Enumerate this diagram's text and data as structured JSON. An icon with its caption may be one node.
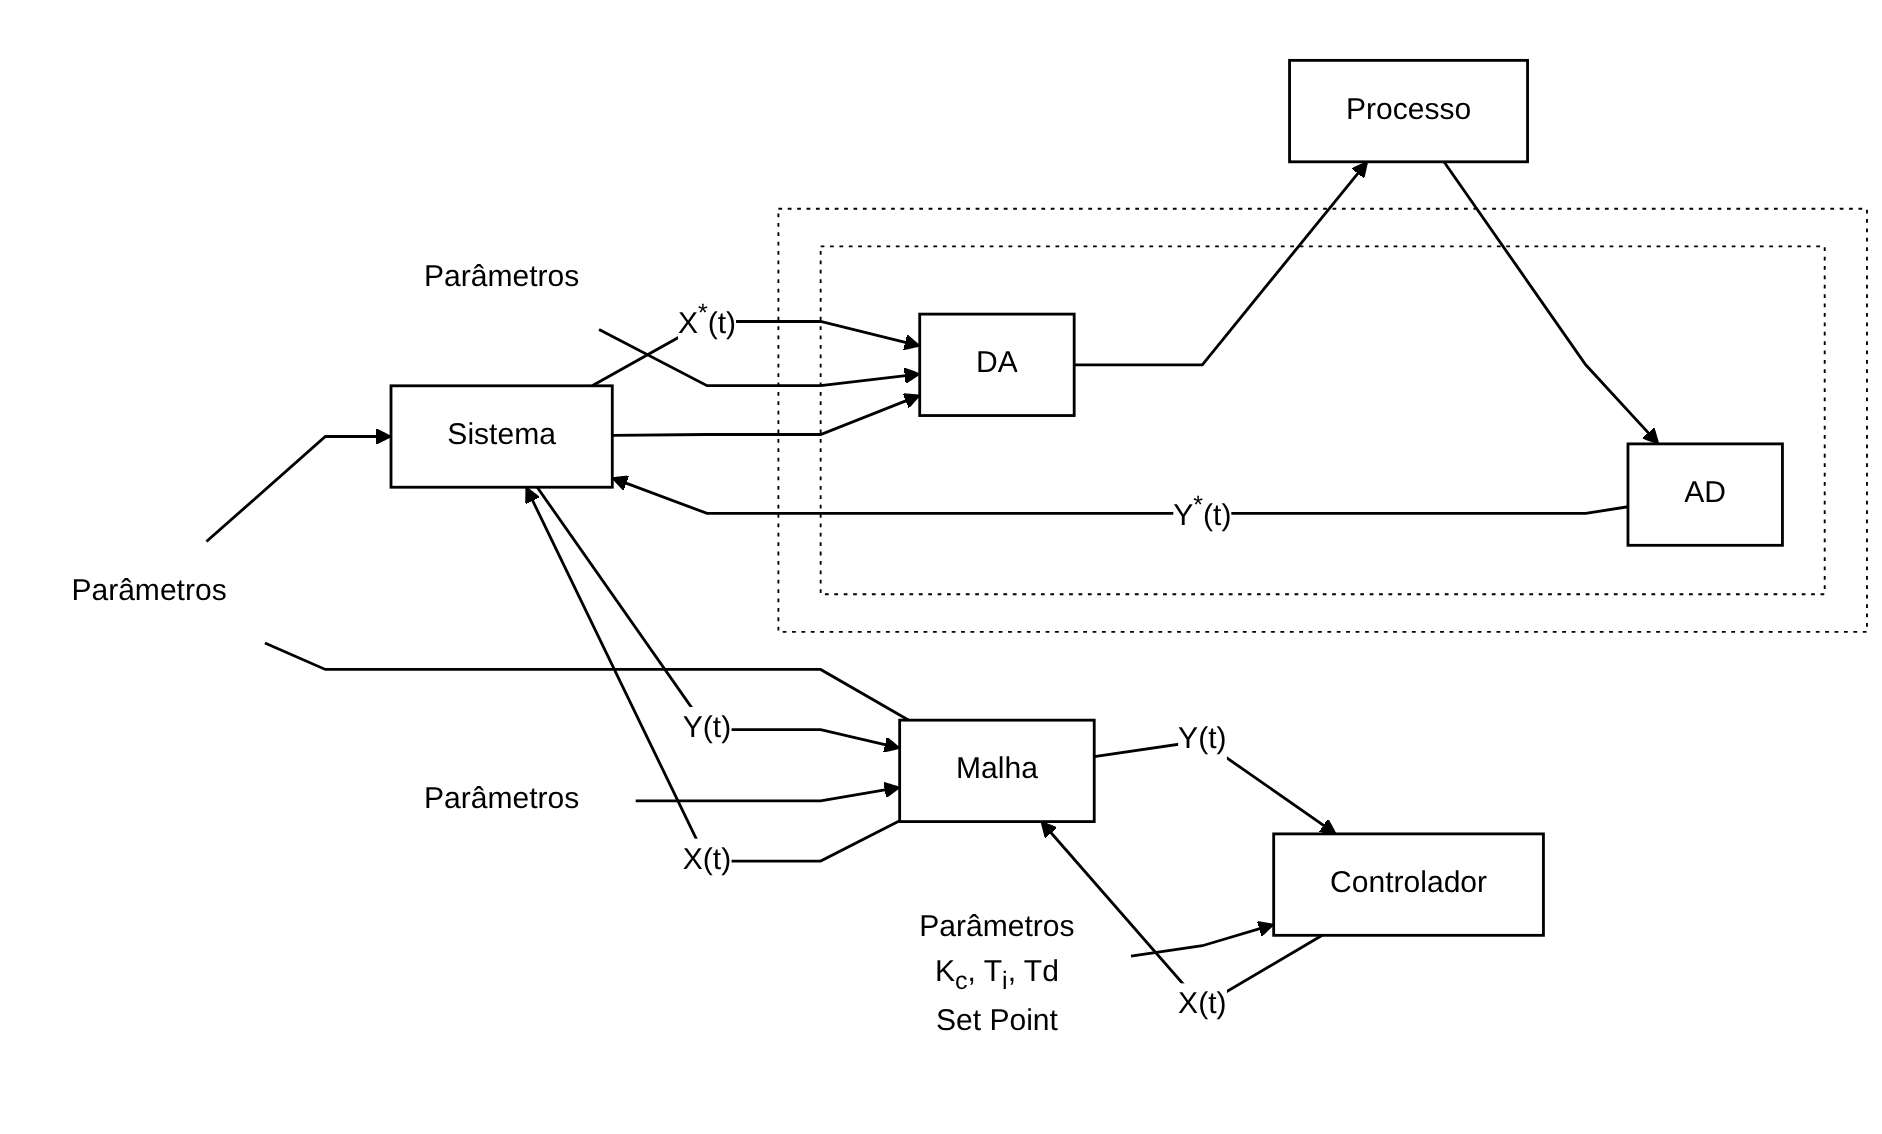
{
  "diagram": {
    "nodes": [
      {
        "text": [
          "Parâmetros"
        ]
      },
      {
        "text": [
          "Parâmetros"
        ]
      },
      {
        "text": [],
        "shape": "box"
      },
      {
        "text": [],
        "shape": "box",
        "in": 2
      },
      {
        "text": [
          "AD"
        ],
        "in": 3
      },
      {
        "text": [
          "Malha"
        ]
      },
      {
        "text": [
          "Processo"
        ]
      },
      {
        "text": [
          "Sistema"
        ]
      },
      {
        "text": [
          "DA"
        ],
        "in": 3
      },
      {
        "text": [
          "Controlador"
        ]
      },
      {
        "text": [
          "Parâmetros",
          "K$_{c}$, T$_{i}$, Td",
          "Set Point"
        ]
      },
      {
        "text": [
          "Parâmetros"
        ]
      }
    ],
    "edges": [
      {
        "from": 6,
        "to": 4,
        "arrow": "to"
      },
      {
        "from": 4,
        "to": 7,
        "label": "Y$^{*}$(t)",
        "arrow": "to"
      },
      {
        "from": 0,
        "to": 7,
        "arrow": "to"
      },
      {
        "from": 0,
        "to": 5,
        "arrow": "none"
      },
      {
        "from": 7,
        "to": 5,
        "label": "Y(t)",
        "arrow": "to"
      },
      {
        "from": 1,
        "to": 5,
        "arrow": "to"
      },
      {
        "from": 5,
        "to": 7,
        "label": "X(t)",
        "arrow": "to"
      },
      {
        "from": 7,
        "to": 8,
        "label": "X$^{*}$(t)",
        "arrow": "to"
      },
      {
        "from": 8,
        "to": 6,
        "arrow": "to"
      },
      {
        "from": 5,
        "to": 9,
        "label": "Y(t)",
        "arrow": "to"
      },
      {
        "from": 9,
        "to": 5,
        "label": "X(t)",
        "arrow": "to"
      },
      {
        "from": 10,
        "to": 9,
        "arrow": "to"
      },
      {
        "from": 11,
        "to": 8,
        "arrow": "to"
      },
      {
        "from": 7,
        "to": 8,
        "arrow": "to"
      }
    ]
  }
}
